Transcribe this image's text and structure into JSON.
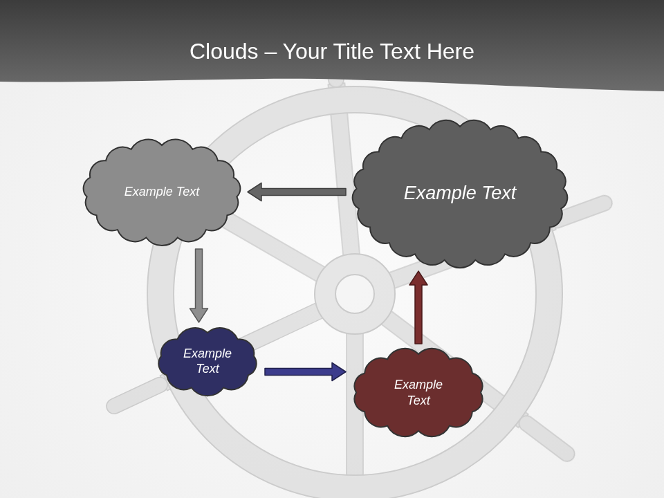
{
  "diagram": {
    "title": "Clouds – Your Title Text Here",
    "nodes": [
      {
        "text": [
          "Example Text"
        ]
      },
      {
        "text": [
          "Example Text"
        ]
      },
      {
        "text": [
          "Example Text"
        ]
      },
      {
        "text": [
          "Example Text"
        ]
      }
    ],
    "edges": [
      {
        "from": 1,
        "to": 0,
        "arrow": "to"
      },
      {
        "from": 0,
        "to": 2,
        "arrow": "to"
      },
      {
        "from": 2,
        "to": 3,
        "arrow": "to"
      },
      {
        "from": 3,
        "to": 1,
        "arrow": "to"
      }
    ]
  }
}
